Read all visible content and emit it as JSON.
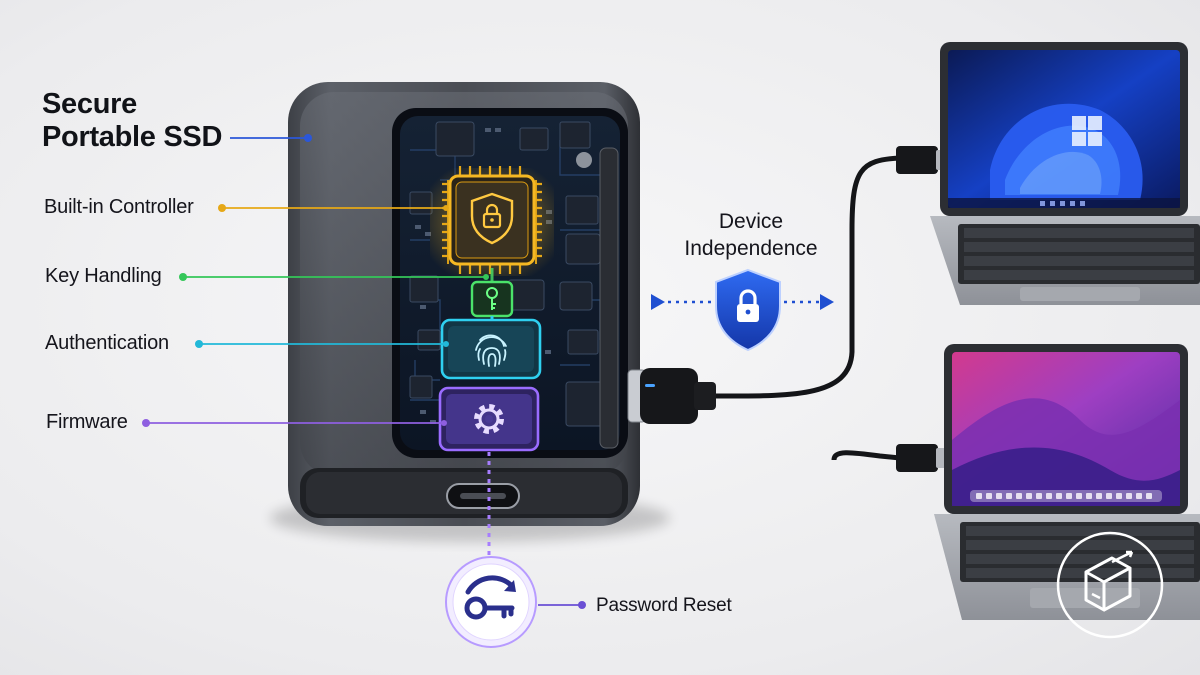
{
  "title": {
    "line1": "Secure",
    "line2": "Portable SSD"
  },
  "callouts": {
    "controller": "Built-in Controller",
    "key_handling": "Key Handling",
    "authentication": "Authentication",
    "firmware": "Firmware",
    "password_reset": "Password Reset"
  },
  "device_independence": {
    "line1": "Device",
    "line2": "Independence"
  },
  "colors": {
    "title_line": "#2b57d9",
    "controller": "#e6a817",
    "key_handling": "#34c759",
    "authentication": "#22b8d8",
    "firmware": "#8e5fe0",
    "password_reset": "#6a4fd4",
    "shield": "#1f4fd1"
  },
  "icons": [
    "lock-shield-icon",
    "key-icon",
    "fingerprint-icon",
    "gear-icon",
    "key-reset-icon",
    "padlock-shield-icon",
    "windows-logo-icon",
    "drive-badge-icon"
  ]
}
